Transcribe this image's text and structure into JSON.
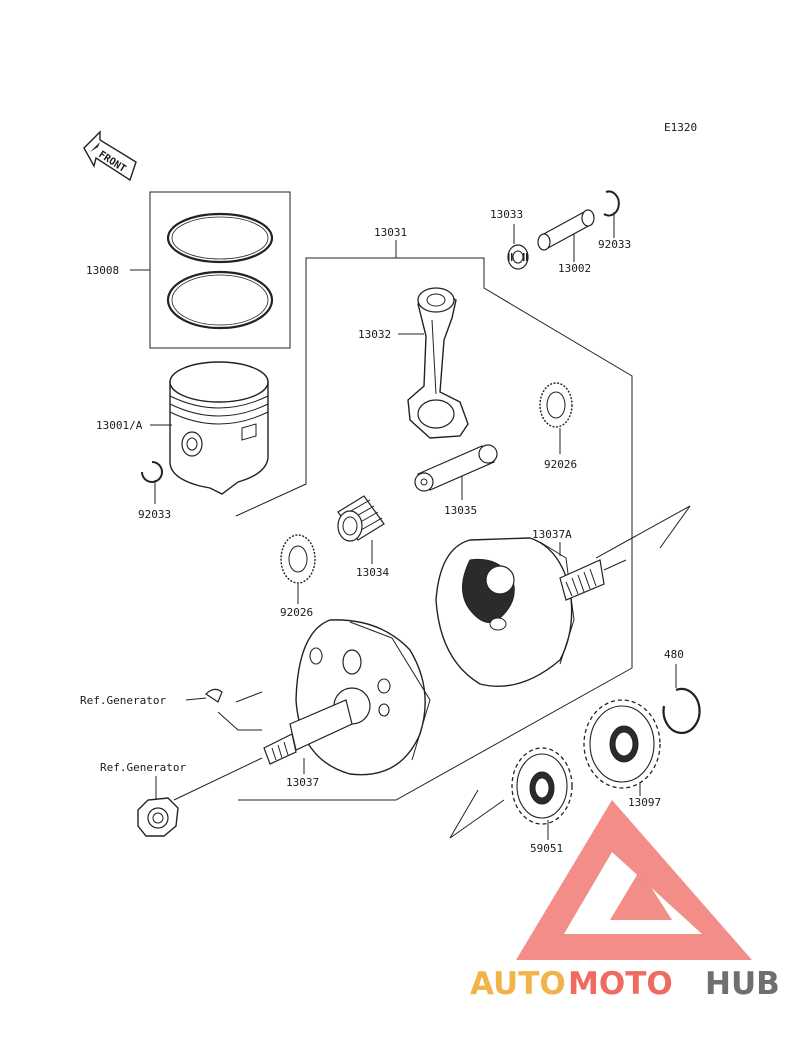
{
  "diagram_code": "E1320",
  "front_arrow": "FRONT",
  "labels": {
    "p13008": "13008",
    "p13001a": "13001/A",
    "p92033_left": "92033",
    "p13031": "13031",
    "p13032": "13032",
    "p13033": "13033",
    "p13002": "13002",
    "p92033_right": "92033",
    "p92026_right": "92026",
    "p13035": "13035",
    "p13034": "13034",
    "p92026_left": "92026",
    "p13037a": "13037A",
    "p13037": "13037",
    "p480": "480",
    "p13097": "13097",
    "p59051": "59051",
    "ref_generator_1": "Ref.Generator",
    "ref_generator_2": "Ref.Generator"
  },
  "watermark": {
    "auto": "AUTO",
    "moto": "MOTO",
    "hub": "HUB",
    "colors": {
      "auto": "#f1b44a",
      "moto": "#ef6a60",
      "hub": "#6f6f6f",
      "logo": "#f07b73"
    }
  }
}
